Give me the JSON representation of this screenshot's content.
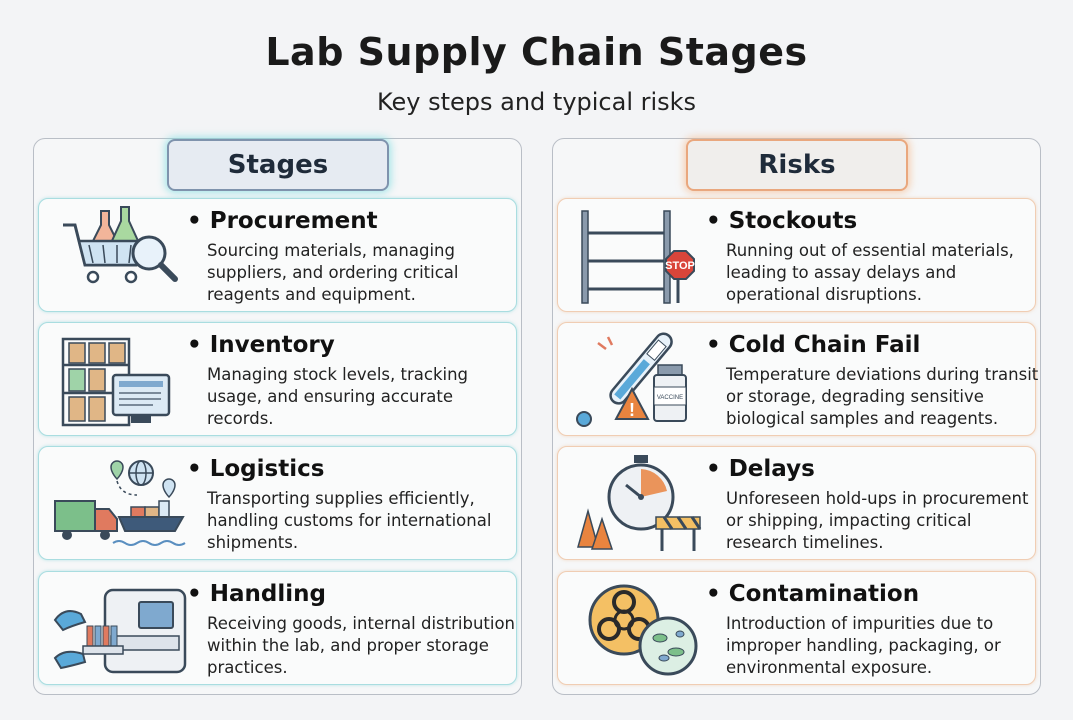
{
  "title": "Lab Supply Chain Stages",
  "subtitle": "Key steps and typical risks",
  "stages": {
    "header": "Stages",
    "items": [
      {
        "title": "• Procurement",
        "desc": "Sourcing materials, managing suppliers, and ordering critical reagents and equipment.",
        "icon": "shopping-cart-icon"
      },
      {
        "title": "• Inventory",
        "desc": "Managing stock levels, tracking usage, and ensuring accurate records.",
        "icon": "warehouse-shelves-icon"
      },
      {
        "title": "• Logistics",
        "desc": "Transporting supplies efficiently, handling customs for international shipments.",
        "icon": "truck-ship-icon"
      },
      {
        "title": "• Handling",
        "desc": "Receiving goods, internal distribution within the lab, and proper storage practices.",
        "icon": "lab-analyzer-icon"
      }
    ]
  },
  "risks": {
    "header": "Risks",
    "items": [
      {
        "title": "• Stockouts",
        "desc": "Running out of essential materials, leading to assay delays and operational disruptions.",
        "icon": "empty-shelf-stop-icon",
        "sign_text": "STOP"
      },
      {
        "title": "• Cold Chain Fail",
        "desc": "Temperature deviations during transit or storage, degrading sensitive biological samples and reagents.",
        "icon": "thermometer-warning-icon",
        "vial_text": "VACCINE"
      },
      {
        "title": "• Delays",
        "desc": "Unforeseen hold-ups in procurement or shipping, impacting critical research timelines.",
        "icon": "stopwatch-barrier-icon"
      },
      {
        "title": "• Contamination",
        "desc": "Introduction of impurities due to improper handling, packaging, or environmental exposure.",
        "icon": "biohazard-petri-icon"
      }
    ]
  },
  "colors": {
    "stages_accent": "#7fd9dc",
    "risks_accent": "#f2b98e",
    "stop_sign": "#d9453a"
  }
}
